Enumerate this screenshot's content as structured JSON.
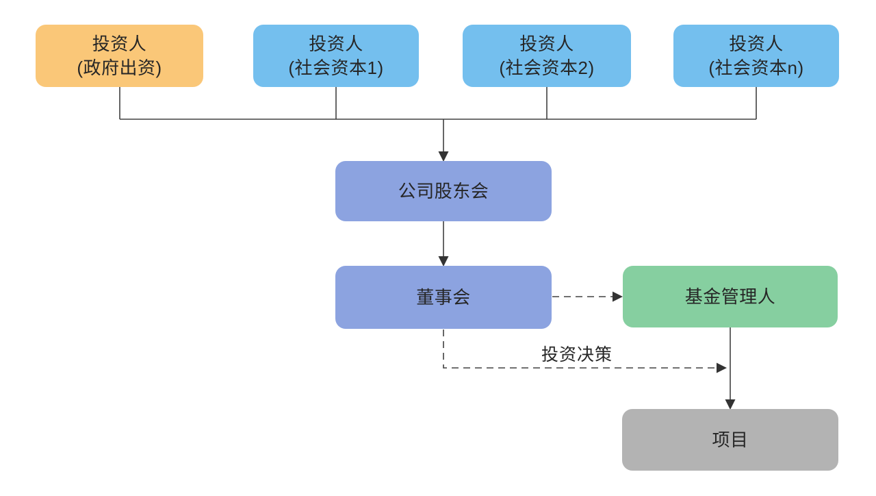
{
  "diagram": {
    "background": "#FFFFFF",
    "line_color": "#404040",
    "text_color": "#262626",
    "nodes": [
      {
        "id": "investor-gov",
        "lines": [
          "投资人",
          "(政府出资)"
        ],
        "fill": "#FAC778"
      },
      {
        "id": "investor-social-1",
        "lines": [
          "投资人",
          "(社会资本1)"
        ],
        "fill": "#74BFEE"
      },
      {
        "id": "investor-social-2",
        "lines": [
          "投资人",
          "(社会资本2)"
        ],
        "fill": "#74BFEE"
      },
      {
        "id": "investor-social-n",
        "lines": [
          "投资人",
          "(社会资本n)"
        ],
        "fill": "#74BFEE"
      },
      {
        "id": "shareholders-meeting",
        "lines": [
          "公司股东会"
        ],
        "fill": "#8CA3E0"
      },
      {
        "id": "board",
        "lines": [
          "董事会"
        ],
        "fill": "#8CA3E0"
      },
      {
        "id": "fund-manager",
        "lines": [
          "基金管理人"
        ],
        "fill": "#86CFA0"
      },
      {
        "id": "project",
        "lines": [
          "项目"
        ],
        "fill": "#B3B3B3"
      }
    ],
    "edges": [
      {
        "from": "investor-gov",
        "to": "shareholders-meeting",
        "style": "solid",
        "arrow": true
      },
      {
        "from": "investor-social-1",
        "to": "shareholders-meeting",
        "style": "solid",
        "arrow": true
      },
      {
        "from": "investor-social-2",
        "to": "shareholders-meeting",
        "style": "solid",
        "arrow": true
      },
      {
        "from": "investor-social-n",
        "to": "shareholders-meeting",
        "style": "solid",
        "arrow": true
      },
      {
        "from": "shareholders-meeting",
        "to": "board",
        "style": "solid",
        "arrow": true
      },
      {
        "from": "board",
        "to": "fund-manager",
        "style": "dashed",
        "arrow": true
      },
      {
        "from": "board",
        "to": "fund-manager-project-line",
        "style": "dashed",
        "arrow": true,
        "label": "投资决策"
      },
      {
        "from": "fund-manager",
        "to": "project",
        "style": "solid",
        "arrow": true
      }
    ],
    "edge_label": "投资决策"
  }
}
